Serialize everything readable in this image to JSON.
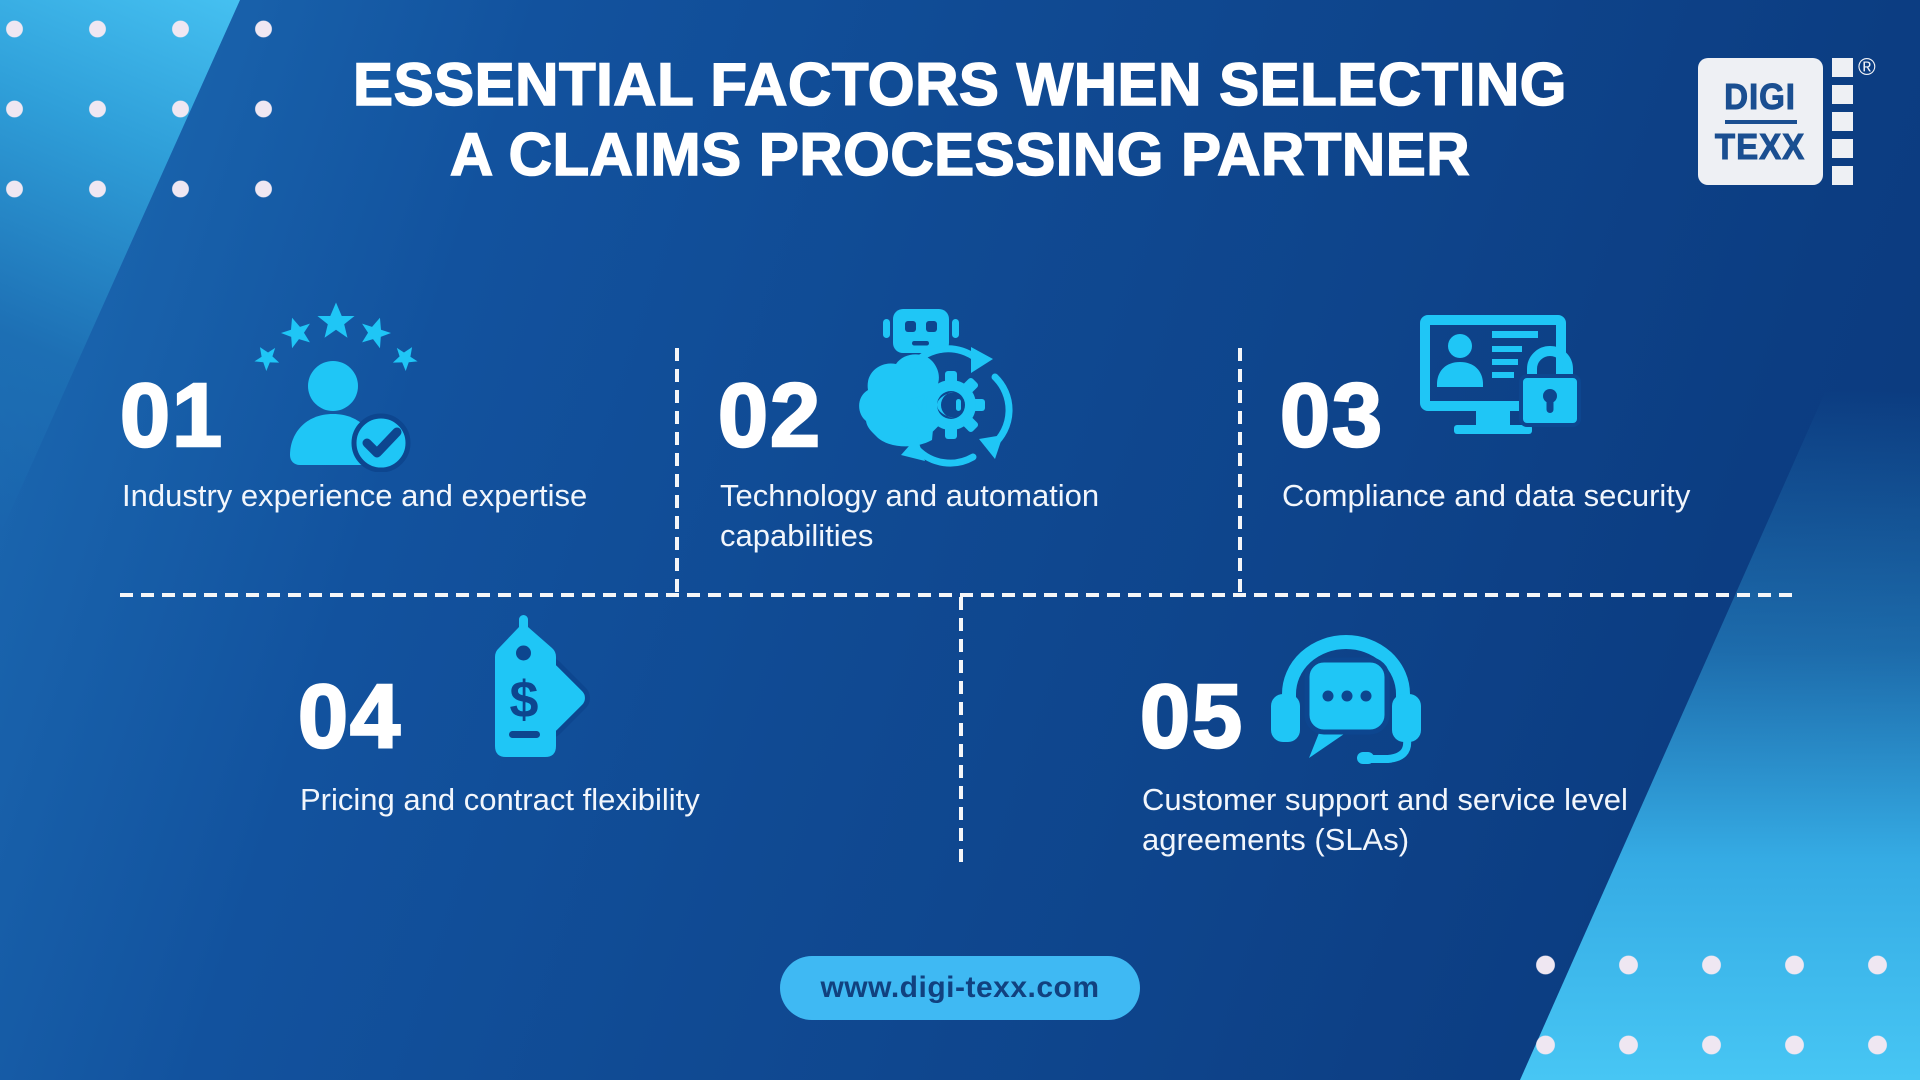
{
  "title": {
    "line1": "ESSENTIAL FACTORS WHEN SELECTING",
    "line2": "A CLAIMS PROCESSING PARTNER"
  },
  "logo": {
    "word1": "DIGI",
    "word2": "TEXX",
    "registered_mark": "®"
  },
  "items": [
    {
      "number": "01",
      "label": "Industry experience and expertise",
      "icon": "person-with-stars-and-check-icon"
    },
    {
      "number": "02",
      "label": "Technology and automation capabilities",
      "icon": "robot-automation-gear-icon"
    },
    {
      "number": "03",
      "label": "Compliance and data security",
      "icon": "monitor-user-lock-icon"
    },
    {
      "number": "04",
      "label": "Pricing and contract flexibility",
      "icon": "price-tags-icon"
    },
    {
      "number": "05",
      "label": "Customer support and service level agreements (SLAs)",
      "icon": "headset-chat-icon"
    }
  ],
  "footer": {
    "website_label": "www.digi-texx.com"
  },
  "colors": {
    "icon_accent": "#1fc6f6",
    "icon_detail_navy": "#0d468f",
    "background_dark": "#0b3a7d",
    "background_mid": "#104a93",
    "corner_light_blue": "#46c2f2",
    "dot_color": "#efe7f2",
    "pill_background": "#3fb9f3",
    "pill_text": "#11417f",
    "logo_text": "#1b4f91",
    "title_text": "#ffffff"
  }
}
